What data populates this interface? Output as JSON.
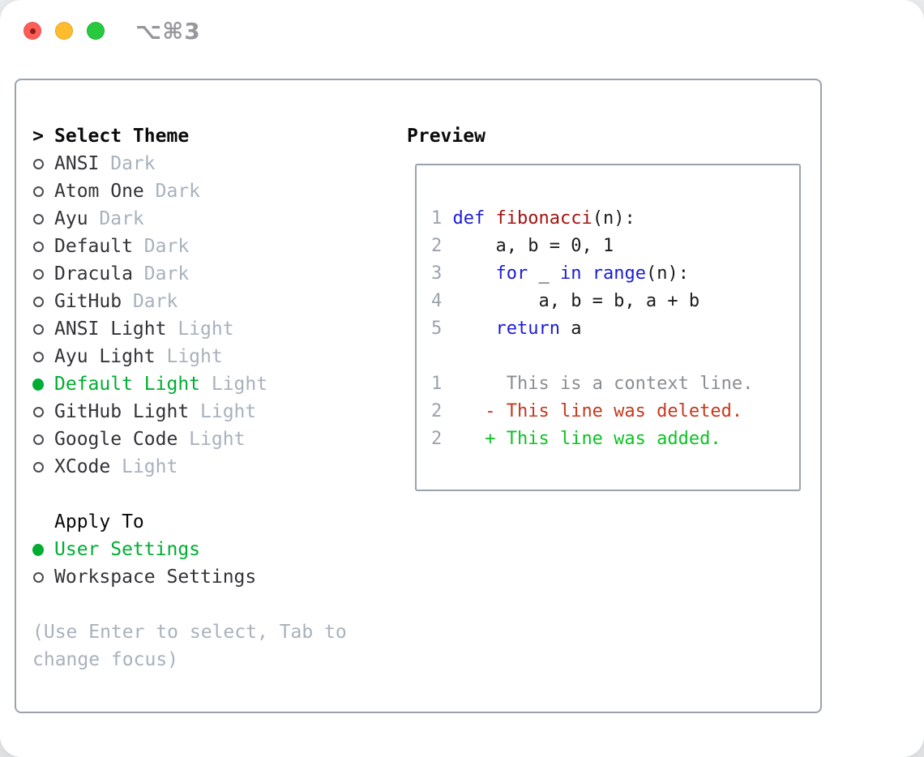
{
  "window": {
    "title": "⌥⌘3",
    "traffic_lights": [
      "close",
      "minimize",
      "zoom"
    ]
  },
  "theme_panel": {
    "header_prefix": ">",
    "header_label": "Select Theme",
    "items": [
      {
        "name": "ANSI",
        "variant": "Dark",
        "selected": false
      },
      {
        "name": "Atom One",
        "variant": "Dark",
        "selected": false
      },
      {
        "name": "Ayu",
        "variant": "Dark",
        "selected": false
      },
      {
        "name": "Default",
        "variant": "Dark",
        "selected": false
      },
      {
        "name": "Dracula",
        "variant": "Dark",
        "selected": false
      },
      {
        "name": "GitHub",
        "variant": "Dark",
        "selected": false
      },
      {
        "name": "ANSI Light",
        "variant": "Light",
        "selected": false
      },
      {
        "name": "Ayu Light",
        "variant": "Light",
        "selected": false
      },
      {
        "name": "Default Light",
        "variant": "Light",
        "selected": true
      },
      {
        "name": "GitHub Light",
        "variant": "Light",
        "selected": false
      },
      {
        "name": "Google Code",
        "variant": "Light",
        "selected": false
      },
      {
        "name": "XCode",
        "variant": "Light",
        "selected": false
      }
    ],
    "apply_to_label": "Apply To",
    "apply_options": [
      {
        "name": "User Settings",
        "selected": true
      },
      {
        "name": "Workspace Settings",
        "selected": false
      }
    ],
    "hint_lines": [
      "(Use Enter to select, Tab to",
      "change focus)"
    ]
  },
  "preview": {
    "label": "Preview",
    "lines": [
      {
        "tokens": [
          {
            "t": "1 ",
            "c": "num"
          },
          {
            "t": "def",
            "c": "kw"
          },
          {
            "t": " ",
            "c": "p"
          },
          {
            "t": "fibonacci",
            "c": "fn"
          },
          {
            "t": "(n):",
            "c": "p"
          }
        ]
      },
      {
        "tokens": [
          {
            "t": "2 ",
            "c": "num"
          },
          {
            "t": "    a, b = 0, 1",
            "c": "p"
          }
        ]
      },
      {
        "tokens": [
          {
            "t": "3 ",
            "c": "num"
          },
          {
            "t": "    ",
            "c": "p"
          },
          {
            "t": "for",
            "c": "kw"
          },
          {
            "t": " _ ",
            "c": "p"
          },
          {
            "t": "in",
            "c": "kw"
          },
          {
            "t": " ",
            "c": "p"
          },
          {
            "t": "range",
            "c": "kw"
          },
          {
            "t": "(n):",
            "c": "p"
          }
        ]
      },
      {
        "tokens": [
          {
            "t": "4 ",
            "c": "num"
          },
          {
            "t": "        a, b = b, a + b",
            "c": "p"
          }
        ]
      },
      {
        "tokens": [
          {
            "t": "5 ",
            "c": "num"
          },
          {
            "t": "    ",
            "c": "p"
          },
          {
            "t": "return",
            "c": "kw"
          },
          {
            "t": " a",
            "c": "p"
          }
        ]
      },
      {
        "tokens": []
      },
      {
        "tokens": [
          {
            "t": "1 ",
            "c": "num"
          },
          {
            "t": "     This is a context line.",
            "c": "ctx"
          }
        ]
      },
      {
        "tokens": [
          {
            "t": "2 ",
            "c": "num"
          },
          {
            "t": "   - This line was deleted.",
            "c": "del"
          }
        ]
      },
      {
        "tokens": [
          {
            "t": "2 ",
            "c": "num"
          },
          {
            "t": "   + This line was added.",
            "c": "add"
          }
        ]
      }
    ]
  },
  "colors": {
    "accent_green": "#00ad33",
    "diff_added_green": "#0ec226",
    "diff_deleted_red": "#c5391f",
    "diff_context_gray": "#8a8d91",
    "keyword_blue": "#1c1cd6",
    "function_red": "#a31212",
    "muted_gray": "#a9b1bc",
    "border_gray": "#9aa3ad",
    "traffic_red": "#ff5e57",
    "traffic_yellow": "#ffbd2d",
    "traffic_green": "#27c93f"
  }
}
